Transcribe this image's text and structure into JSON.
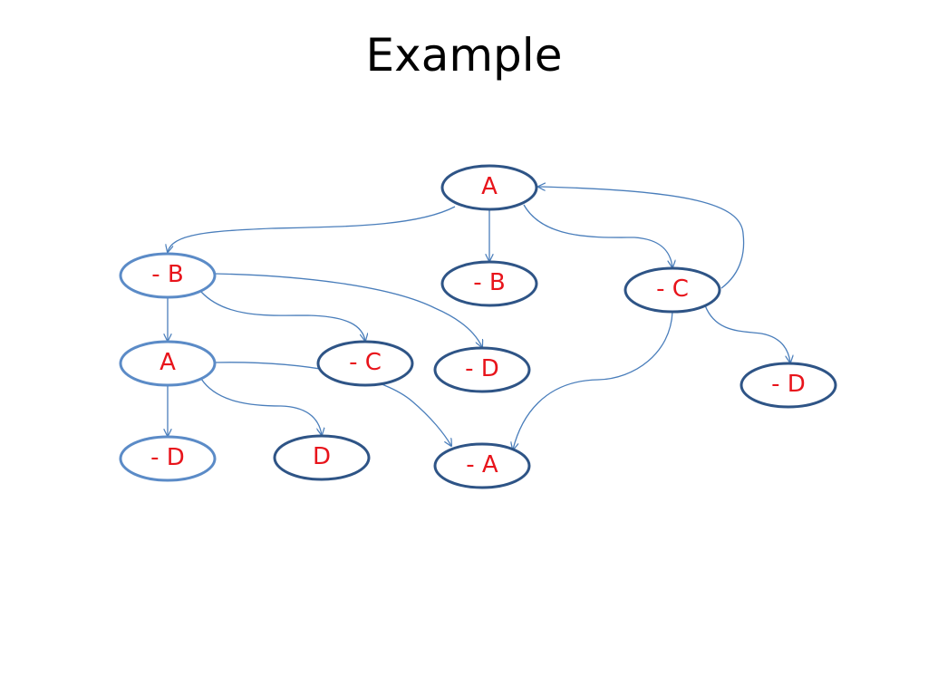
{
  "title": "Example",
  "colors": {
    "label": "#e8141b",
    "node_border_dark": "#2e5486",
    "node_border_light": "#5b8bc7",
    "edge": "#4a7ebb",
    "background": "#ffffff",
    "title": "#000000"
  },
  "nodes": [
    {
      "id": "root-a",
      "label": "A",
      "tone": "dark"
    },
    {
      "id": "neg-b-left",
      "label": "- B",
      "tone": "light"
    },
    {
      "id": "neg-b-mid",
      "label": "- B",
      "tone": "dark"
    },
    {
      "id": "neg-c-right",
      "label": "- C",
      "tone": "dark"
    },
    {
      "id": "a-left",
      "label": "A",
      "tone": "light"
    },
    {
      "id": "neg-c-mid",
      "label": "- C",
      "tone": "dark"
    },
    {
      "id": "neg-d-mid",
      "label": "- D",
      "tone": "dark"
    },
    {
      "id": "neg-d-right",
      "label": "- D",
      "tone": "dark"
    },
    {
      "id": "neg-d-left",
      "label": "- D",
      "tone": "light"
    },
    {
      "id": "d-left",
      "label": "D",
      "tone": "dark"
    },
    {
      "id": "neg-a-bottom",
      "label": "- A",
      "tone": "dark"
    }
  ],
  "edges": [
    {
      "from": "root-a",
      "to": "neg-b-left"
    },
    {
      "from": "root-a",
      "to": "neg-b-mid"
    },
    {
      "from": "root-a",
      "to": "neg-c-right"
    },
    {
      "from": "neg-c-right",
      "to": "root-a"
    },
    {
      "from": "neg-c-right",
      "to": "neg-d-right"
    },
    {
      "from": "neg-c-right",
      "to": "neg-a-bottom"
    },
    {
      "from": "neg-b-left",
      "to": "a-left"
    },
    {
      "from": "neg-b-left",
      "to": "neg-c-mid"
    },
    {
      "from": "neg-b-left",
      "to": "neg-d-mid"
    },
    {
      "from": "a-left",
      "to": "neg-d-left"
    },
    {
      "from": "a-left",
      "to": "d-left"
    },
    {
      "from": "a-left",
      "to": "neg-a-bottom"
    }
  ]
}
